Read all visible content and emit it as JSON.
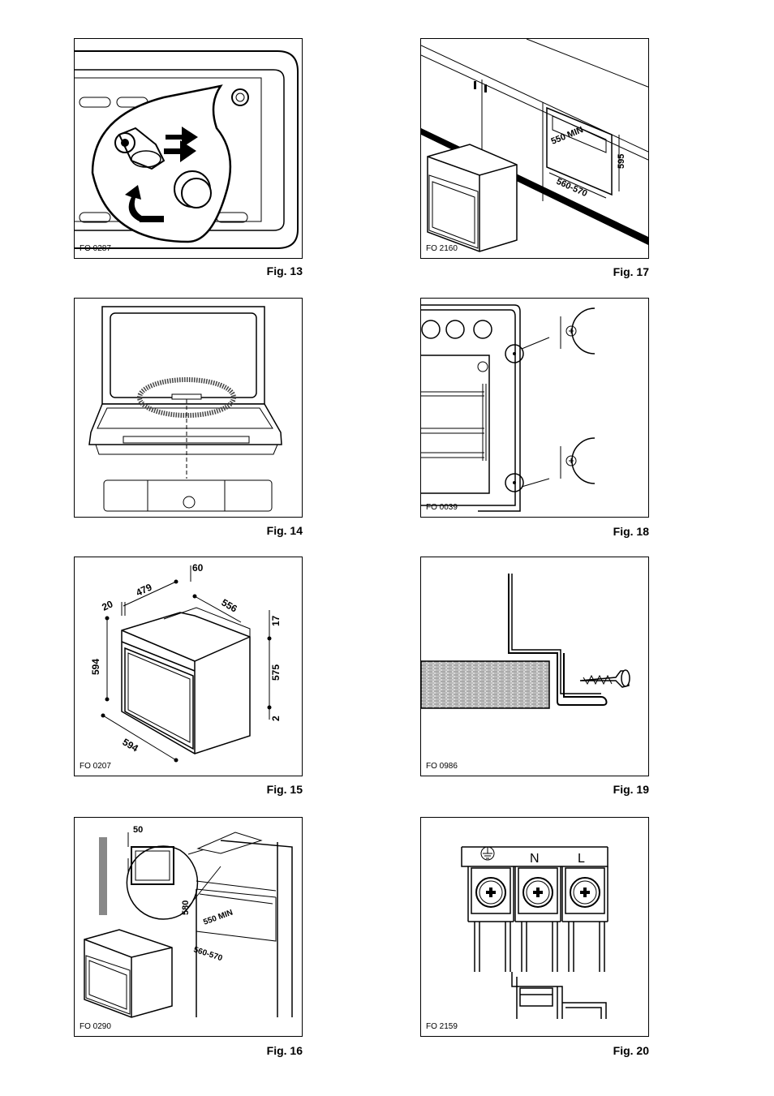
{
  "figures": [
    {
      "caption": "Fig. 13",
      "code": "FO 0287"
    },
    {
      "caption": "Fig. 17",
      "code": "FO 2160",
      "labels": {
        "min": "550 MIN",
        "width": "560-570",
        "height": "595"
      }
    },
    {
      "caption": "Fig. 14",
      "code": ""
    },
    {
      "caption": "Fig. 18",
      "code": "FO 0039"
    },
    {
      "caption": "Fig. 15",
      "code": "FO 0207",
      "labels": {
        "d60": "60",
        "d479": "479",
        "d20": "20",
        "d556": "556",
        "d17": "17",
        "d594h": "594",
        "d575": "575",
        "d2": "2",
        "d594w": "594"
      }
    },
    {
      "caption": "Fig. 19",
      "code": "FO 0986"
    },
    {
      "caption": "Fig. 16",
      "code": "FO 0290",
      "labels": {
        "d50": "50",
        "d580": "580",
        "min": "550 MIN",
        "width": "560-570"
      }
    },
    {
      "caption": "Fig. 20",
      "code": "FO 2159",
      "labels": {
        "n": "N",
        "l": "L"
      }
    }
  ]
}
